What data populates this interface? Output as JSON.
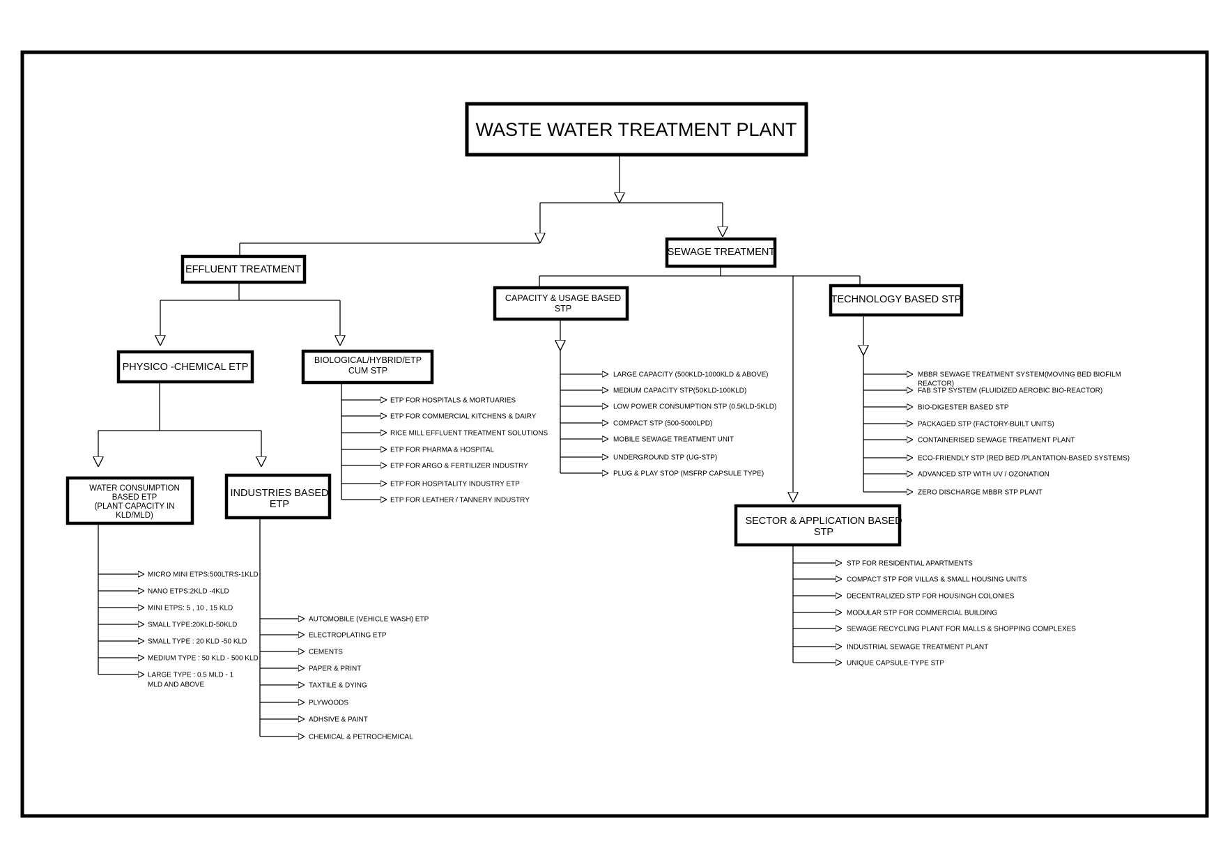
{
  "diagram": {
    "root": "WASTE WATER TREATMENT PLANT",
    "effluent": {
      "title": "EFFLUENT TREATMENT",
      "physico": "PHYSICO -CHEMICAL ETP",
      "biological": [
        "BIOLOGICAL/HYBRID/ETP",
        "CUM STP"
      ],
      "water_consumption": [
        "WATER CONSUMPTION",
        "BASED ETP",
        "(PLANT CAPACITY IN",
        "KLD/MLD)"
      ],
      "industries": [
        "INDUSTRIES BASED",
        "ETP"
      ],
      "water_consumption_items": [
        "MICRO MINI ETPS:500LTRS-1KLD",
        "NANO ETPS:2KLD -4KLD",
        "MINI ETPS: 5 , 10 , 15 KLD",
        "SMALL TYPE:20KLD-50KLD",
        "SMALL TYPE : 20 KLD -50 KLD",
        "MEDIUM TYPE : 50 KLD - 500 KLD",
        "LARGE TYPE : 0.5 MLD - 1",
        "MLD AND ABOVE"
      ],
      "industries_items": [
        "AUTOMOBILE (VEHICLE WASH) ETP",
        "ELECTROPLATING ETP",
        "CEMENTS",
        "PAPER & PRINT",
        "TAXTILE & DYING",
        "PLYWOODS",
        "ADHSIVE & PAINT",
        "CHEMICAL & PETROCHEMICAL"
      ],
      "biological_items": [
        "ETP FOR HOSPITALS & MORTUARIES",
        "ETP FOR COMMERCIAL KITCHENS & DAIRY",
        "RICE MILL EFFLUENT TREATMENT SOLUTIONS",
        "ETP FOR PHARMA & HOSPITAL",
        "ETP FOR ARGO & FERTILIZER INDUSTRY",
        "ETP FOR HOSPITALITY INDUSTRY ETP",
        "ETP FOR LEATHER / TANNERY INDUSTRY"
      ]
    },
    "sewage": {
      "title": "SEWAGE TREATMENT",
      "capacity": [
        "CAPACITY & USAGE BASED",
        "STP"
      ],
      "technology": "TECHNOLOGY BASED STP",
      "sector": [
        "SECTOR & APPLICATION BASED",
        "STP"
      ],
      "capacity_items": [
        "LARGE CAPACITY (500KLD-1000KLD & ABOVE)",
        "MEDIUM CAPACITY STP(50KLD-100KLD)",
        "LOW POWER CONSUMPTION STP (0.5KLD-5KLD)",
        "COMPACT STP (500-5000LPD)",
        "MOBILE SEWAGE TREATMENT UNIT",
        "UNDERGROUND STP (UG-STP)",
        "PLUG & PLAY STOP (MSFRP CAPSULE TYPE)"
      ],
      "technology_items": [
        "MBBR SEWAGE TREATMENT SYSTEM(MOVING BED BIOFILM",
        "REACTOR)",
        "FAB STP SYSTEM (FLUIDIZED AEROBIC BIO-REACTOR)",
        "BIO-DIGESTER BASED STP",
        "PACKAGED STP (FACTORY-BUILT UNITS)",
        "CONTAINERISED SEWAGE TREATMENT PLANT",
        "ECO-FRIENDLY STP (RED BED /PLANTATION-BASED SYSTEMS)",
        "ADVANCED STP WITH UV / OZONATION",
        "ZERO DISCHARGE MBBR STP PLANT"
      ],
      "sector_items": [
        "STP FOR RESIDENTIAL APARTMENTS",
        "COMPACT STP FOR VILLAS & SMALL HOUSING UNITS",
        "DECENTRALIZED STP FOR HOUSINGH COLONIES",
        "MODULAR STP FOR COMMERCIAL BUILDING",
        "SEWAGE RECYCLING PLANT FOR MALLS & SHOPPING COMPLEXES",
        "INDUSTRIAL SEWAGE TREATMENT PLANT",
        "UNIQUE CAPSULE-TYPE STP"
      ]
    }
  }
}
